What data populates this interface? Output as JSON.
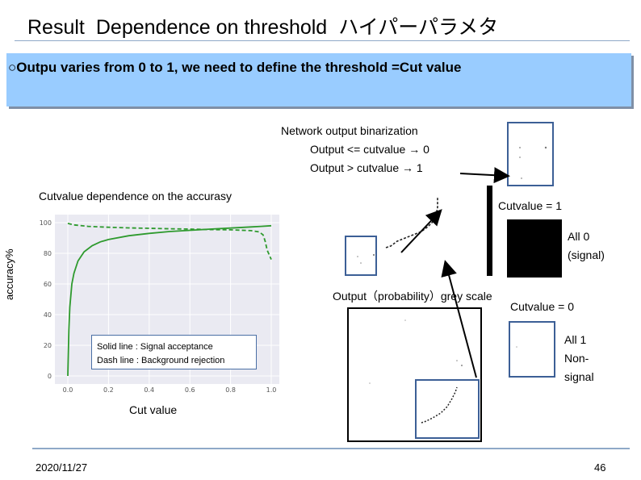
{
  "title": {
    "part1": "Result",
    "part2": "Dependence on threshold",
    "part3": "ハイパーパラメタ"
  },
  "bullet": "○Outpu varies from 0 to 1, we need to define the threshold =Cut value",
  "binarization": {
    "heading": "Network output binarization",
    "rule0": "Output <= cutvalue →  0",
    "rule1": "Output > cutvalue →  1"
  },
  "chart_heading": "Cutvalue dependence on the accurasy",
  "chart_data": {
    "type": "line",
    "ylabel": "accuracy%",
    "xlabel": "Cut value",
    "x_ticks": [
      "0.0",
      "0.2",
      "0.4",
      "0.6",
      "0.8",
      "1.0"
    ],
    "y_ticks": [
      "0",
      "20",
      "40",
      "60",
      "80",
      "100"
    ],
    "xlim": [
      0,
      1
    ],
    "ylim": [
      0,
      100
    ],
    "grid": true,
    "series": [
      {
        "name": "Solid line : Signal acceptance",
        "style": "solid",
        "color": "#2e9a2e",
        "x": [
          0.0,
          0.005,
          0.01,
          0.02,
          0.03,
          0.05,
          0.08,
          0.12,
          0.16,
          0.2,
          0.3,
          0.4,
          0.5,
          0.6,
          0.7,
          0.8,
          0.9,
          0.95,
          1.0
        ],
        "y": [
          0,
          30,
          45,
          60,
          67,
          75,
          81,
          85,
          87.5,
          89,
          91.5,
          93,
          94.2,
          95,
          95.8,
          96.5,
          97.2,
          97.6,
          98
        ]
      },
      {
        "name": "Dash line : Background rejection",
        "style": "dashed",
        "color": "#2e9a2e",
        "x": [
          0.0,
          0.03,
          0.1,
          0.2,
          0.3,
          0.4,
          0.5,
          0.6,
          0.7,
          0.8,
          0.9,
          0.94,
          0.96,
          0.97,
          0.98,
          0.99,
          1.0
        ],
        "y": [
          99.5,
          98.5,
          97.6,
          97,
          96.6,
          96.3,
          96,
          95.8,
          95.5,
          95.3,
          94.8,
          94,
          92,
          88,
          82,
          79,
          76
        ]
      }
    ]
  },
  "legend": {
    "solid": "Solid line : Signal acceptance",
    "dash": "Dash line : Background rejection"
  },
  "labels": {
    "cutvalue1": "Cutvalue = 1",
    "all0": "All 0",
    "all0_sub": "(signal)",
    "output_grey": "Output（probability）grey scale",
    "cutvalue0": "Cutvalue = 0",
    "all1": "All 1",
    "all1_sub": "Non-",
    "all1_sub2": "signal"
  },
  "footer": {
    "date": "2020/11/27",
    "page": "46"
  },
  "colors": {
    "accent_blue": "#99ccff",
    "frame_blue": "#3c5f96",
    "curve_green": "#2e9a2e"
  }
}
